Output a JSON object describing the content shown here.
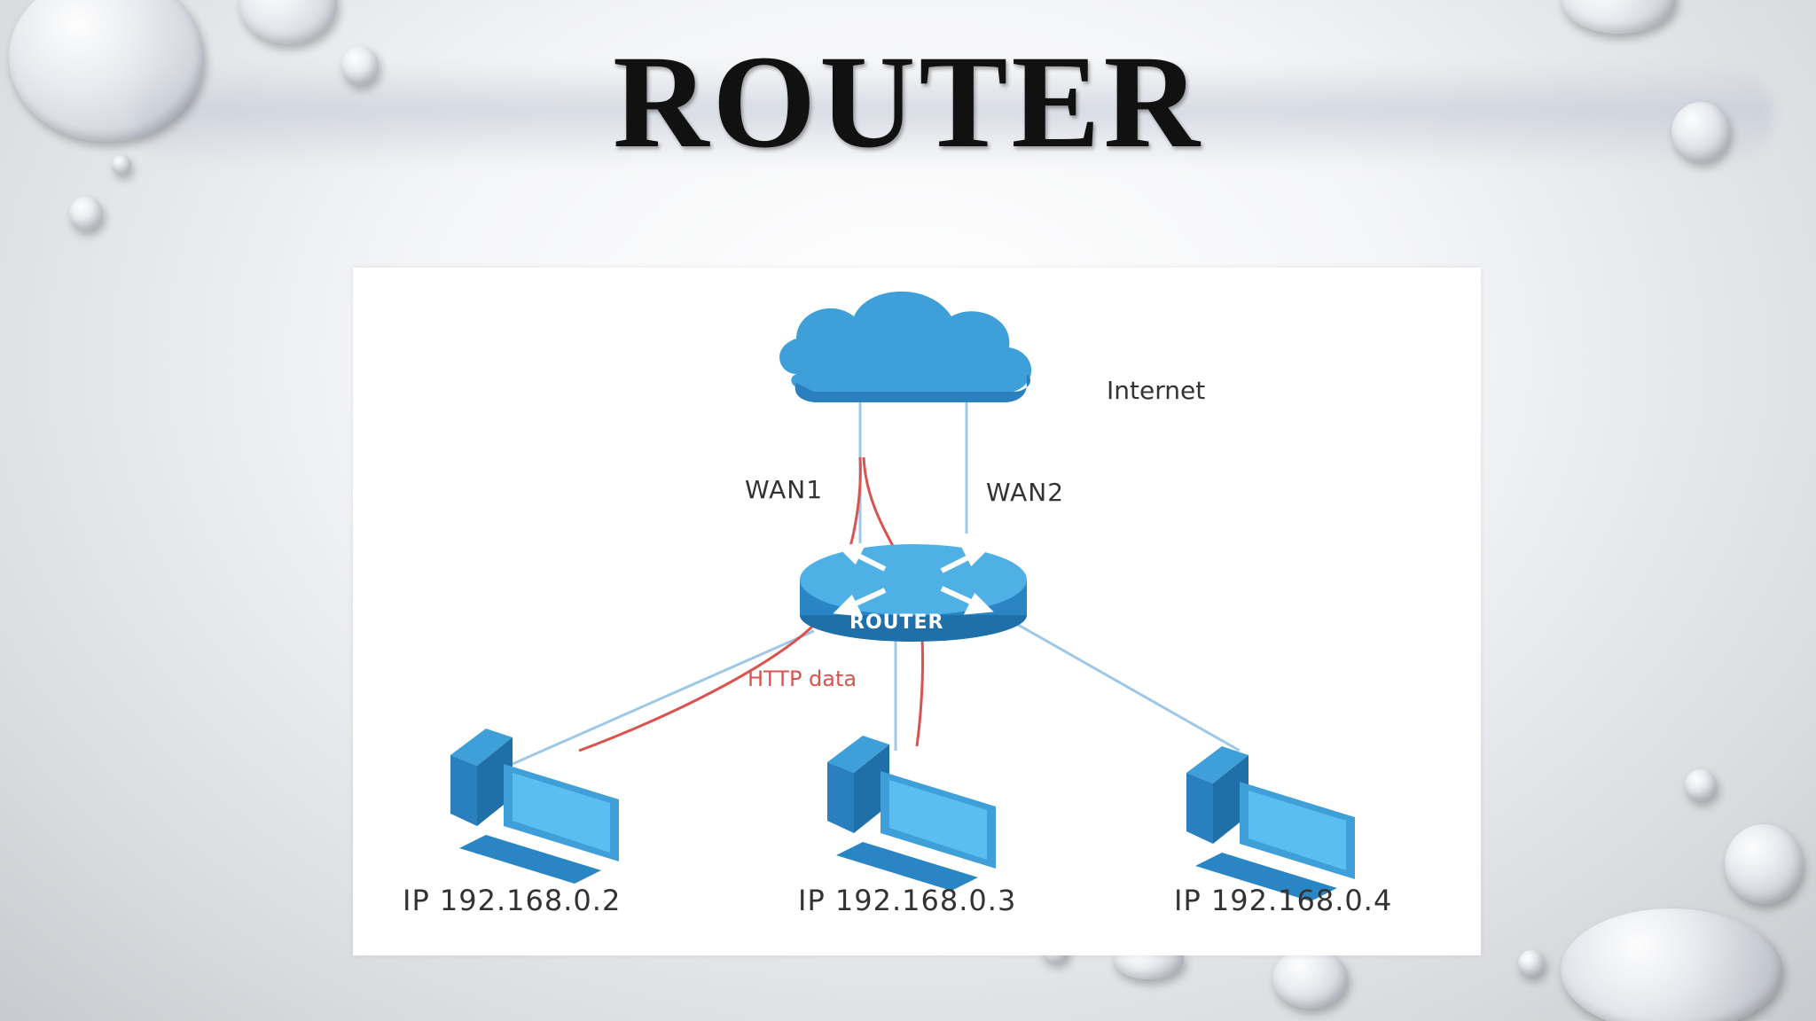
{
  "slide": {
    "title": "ROUTER"
  },
  "diagram": {
    "cloud_label": "Internet",
    "wan1_label": "WAN1",
    "wan2_label": "WAN2",
    "router_label": "ROUTER",
    "data_label": "HTTP data",
    "hosts": [
      {
        "ip": "IP 192.168.0.2"
      },
      {
        "ip": "IP 192.168.0.3"
      },
      {
        "ip": "IP 192.168.0.4"
      }
    ],
    "colors": {
      "device_blue": "#3f9fd8",
      "device_dark": "#1f6fa8",
      "link_blue": "#9ec8e6",
      "data_red": "#d9534f"
    }
  }
}
